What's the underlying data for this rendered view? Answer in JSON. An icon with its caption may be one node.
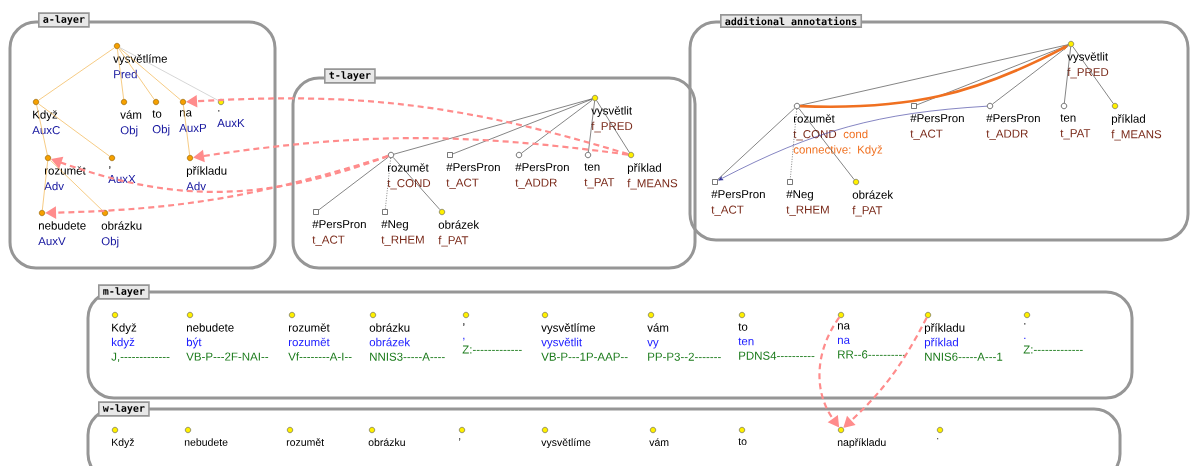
{
  "diagram": {
    "nodes": [
      {
        "text": [
          "a-layer"
        ]
      },
      {
        "text": [
          "t-layer"
        ]
      },
      {
        "text": [
          "additional annotations"
        ]
      },
      {
        "text": [
          "m-layer"
        ]
      },
      {
        "text": [
          "w-layer"
        ]
      },
      {
        "text": [
          "vysvětlíme",
          "Pred"
        ],
        "in": 0
      },
      {
        "text": [
          "Když",
          "AuxC"
        ],
        "in": 0
      },
      {
        "text": [
          "vám",
          "Obj"
        ],
        "in": 0
      },
      {
        "text": [
          "to",
          "Obj"
        ],
        "in": 0
      },
      {
        "text": [
          "na",
          "AuxP"
        ],
        "in": 0
      },
      {
        "text": [
          ".",
          "AuxK"
        ],
        "in": 0
      },
      {
        "text": [
          "rozumět",
          "Adv"
        ],
        "in": 0
      },
      {
        "text": [
          ",",
          "AuxX"
        ],
        "in": 0
      },
      {
        "text": [
          "příkladu",
          "Adv"
        ],
        "in": 0
      },
      {
        "text": [
          "nebudete",
          "AuxV"
        ],
        "in": 0
      },
      {
        "text": [
          "obrázku",
          "Obj"
        ],
        "in": 0
      },
      {
        "text": [
          "vysvětlit",
          "f_PRED"
        ],
        "in": 1
      },
      {
        "text": [
          "rozumět",
          "t_COND"
        ],
        "in": 1
      },
      {
        "text": [
          "#PersPron",
          "t_ACT"
        ],
        "in": 1
      },
      {
        "text": [
          "#PersPron",
          "t_ADDR"
        ],
        "in": 1
      },
      {
        "text": [
          "ten",
          "t_PAT"
        ],
        "in": 1
      },
      {
        "text": [
          "příklad",
          "f_MEANS"
        ],
        "in": 1
      },
      {
        "text": [
          "#PersPron",
          "t_ACT"
        ],
        "in": 1
      },
      {
        "text": [
          "#Neg",
          "t_RHEM"
        ],
        "in": 1
      },
      {
        "text": [
          "obrázek",
          "f_PAT"
        ],
        "in": 1
      },
      {
        "text": [
          "vysvětlit",
          "f_PRED"
        ],
        "in": 2
      },
      {
        "text": [
          "rozumět",
          "t_COND"
        ],
        "beside": [
          "cond connective: Když"
        ],
        "in": 2
      },
      {
        "text": [
          "#PersPron",
          "t_ACT"
        ],
        "in": 2
      },
      {
        "text": [
          "#PersPron",
          "t_ADDR"
        ],
        "in": 2
      },
      {
        "text": [
          "ten",
          "t_PAT"
        ],
        "in": 2
      },
      {
        "text": [
          "příklad",
          "f_MEANS"
        ],
        "in": 2
      },
      {
        "text": [
          "#PersPron",
          "t_ACT"
        ],
        "in": 2
      },
      {
        "text": [
          "#Neg",
          "t_RHEM"
        ],
        "in": 2
      },
      {
        "text": [
          "obrázek",
          "f_PAT"
        ],
        "in": 2
      },
      {
        "text": [
          "Když",
          "když",
          "J,-------------"
        ],
        "in": 3
      },
      {
        "text": [
          "nebudete",
          "být",
          "VB-P---2F-NAI--"
        ],
        "in": 3
      },
      {
        "text": [
          "rozumět",
          "rozumět",
          "Vf--------A-I--"
        ],
        "in": 3
      },
      {
        "text": [
          "obrázku",
          "obrázek",
          "NNIS3-----A----"
        ],
        "in": 3
      },
      {
        "text": [
          ",",
          ",",
          "Z:-------------"
        ],
        "in": 3
      },
      {
        "text": [
          "vysvětlíme",
          "vysvětlit",
          "VB-P---1P-AAP--"
        ],
        "in": 3
      },
      {
        "text": [
          "vám",
          "vy",
          "PP-P3--2-------"
        ],
        "in": 3
      },
      {
        "text": [
          "to",
          "ten",
          "PDNS4----------"
        ],
        "in": 3
      },
      {
        "text": [
          "na",
          "na",
          "RR--6----------"
        ],
        "in": 3
      },
      {
        "text": [
          "příkladu",
          "příklad",
          "NNIS6-----A---1"
        ],
        "in": 3
      },
      {
        "text": [
          ".",
          ".",
          "Z:-------------"
        ],
        "in": 3
      },
      {
        "text": [
          "Když"
        ],
        "in": 4
      },
      {
        "text": [
          "nebudete"
        ],
        "in": 4
      },
      {
        "text": [
          "rozumět"
        ],
        "in": 4
      },
      {
        "text": [
          "obrázku"
        ],
        "in": 4
      },
      {
        "text": [
          ","
        ],
        "in": 4
      },
      {
        "text": [
          "vysvětlíme"
        ],
        "in": 4
      },
      {
        "text": [
          "vám"
        ],
        "in": 4
      },
      {
        "text": [
          "to"
        ],
        "in": 4
      },
      {
        "text": [
          "napříkladu"
        ],
        "in": 4
      },
      {
        "text": [
          "."
        ],
        "in": 4
      }
    ],
    "edges": [
      {
        "from": 5,
        "to": 6,
        "arrow": "none",
        "color": "#f0a830"
      },
      {
        "from": 5,
        "to": 7,
        "arrow": "none",
        "color": "#f0a830"
      },
      {
        "from": 5,
        "to": 8,
        "arrow": "none",
        "color": "#f0a830"
      },
      {
        "from": 5,
        "to": 9,
        "arrow": "none",
        "color": "#f0a830"
      },
      {
        "from": 5,
        "to": 10,
        "arrow": "none",
        "color": "#bbbbbb"
      },
      {
        "from": 6,
        "to": 11,
        "arrow": "none",
        "color": "#f0a830"
      },
      {
        "from": 6,
        "to": 12,
        "arrow": "none",
        "color": "#f0a830"
      },
      {
        "from": 9,
        "to": 13,
        "arrow": "none",
        "color": "#f0a830"
      },
      {
        "from": 11,
        "to": 14,
        "arrow": "none",
        "color": "#f0a830"
      },
      {
        "from": 11,
        "to": 15,
        "arrow": "none",
        "color": "#f0a830"
      },
      {
        "from": 16,
        "to": 17,
        "arrow": "none"
      },
      {
        "from": 16,
        "to": 18,
        "arrow": "none"
      },
      {
        "from": 16,
        "to": 19,
        "arrow": "none"
      },
      {
        "from": 16,
        "to": 20,
        "arrow": "none"
      },
      {
        "from": 16,
        "to": 21,
        "arrow": "none"
      },
      {
        "from": 17,
        "to": 22,
        "arrow": "none"
      },
      {
        "from": 17,
        "to": 23,
        "arrow": "none",
        "style": "dashed"
      },
      {
        "from": 17,
        "to": 24,
        "arrow": "none"
      },
      {
        "from": 25,
        "to": 26,
        "arrow": "none"
      },
      {
        "from": 25,
        "to": 27,
        "arrow": "none"
      },
      {
        "from": 25,
        "to": 28,
        "arrow": "none"
      },
      {
        "from": 25,
        "to": 29,
        "arrow": "none"
      },
      {
        "from": 25,
        "to": 30,
        "arrow": "none"
      },
      {
        "from": 26,
        "to": 31,
        "arrow": "none"
      },
      {
        "from": 26,
        "to": 32,
        "arrow": "none",
        "style": "dashed"
      },
      {
        "from": 26,
        "to": 33,
        "arrow": "none"
      },
      {
        "from": 26,
        "to": 25,
        "arrow": "to",
        "style": "thick",
        "color": "#f07020"
      },
      {
        "from": 28,
        "to": 31,
        "arrow": "to",
        "color": "#333399"
      },
      {
        "from": 21,
        "to": 9,
        "arrow": "to",
        "style": "dashed",
        "color": "#ff8c8c"
      },
      {
        "from": 21,
        "to": 13,
        "arrow": "to",
        "style": "dashed",
        "color": "#ff8c8c"
      },
      {
        "from": 17,
        "to": 11,
        "arrow": "to",
        "style": "dashed",
        "color": "#ff8c8c"
      },
      {
        "from": 17,
        "to": 14,
        "arrow": "to",
        "style": "dashed",
        "color": "#ff8c8c"
      },
      {
        "from": 42,
        "to": 53,
        "arrow": "to",
        "style": "dashed",
        "color": "#ff8c8c"
      },
      {
        "from": 43,
        "to": 53,
        "arrow": "to",
        "style": "dashed",
        "color": "#ff8c8c"
      }
    ]
  }
}
